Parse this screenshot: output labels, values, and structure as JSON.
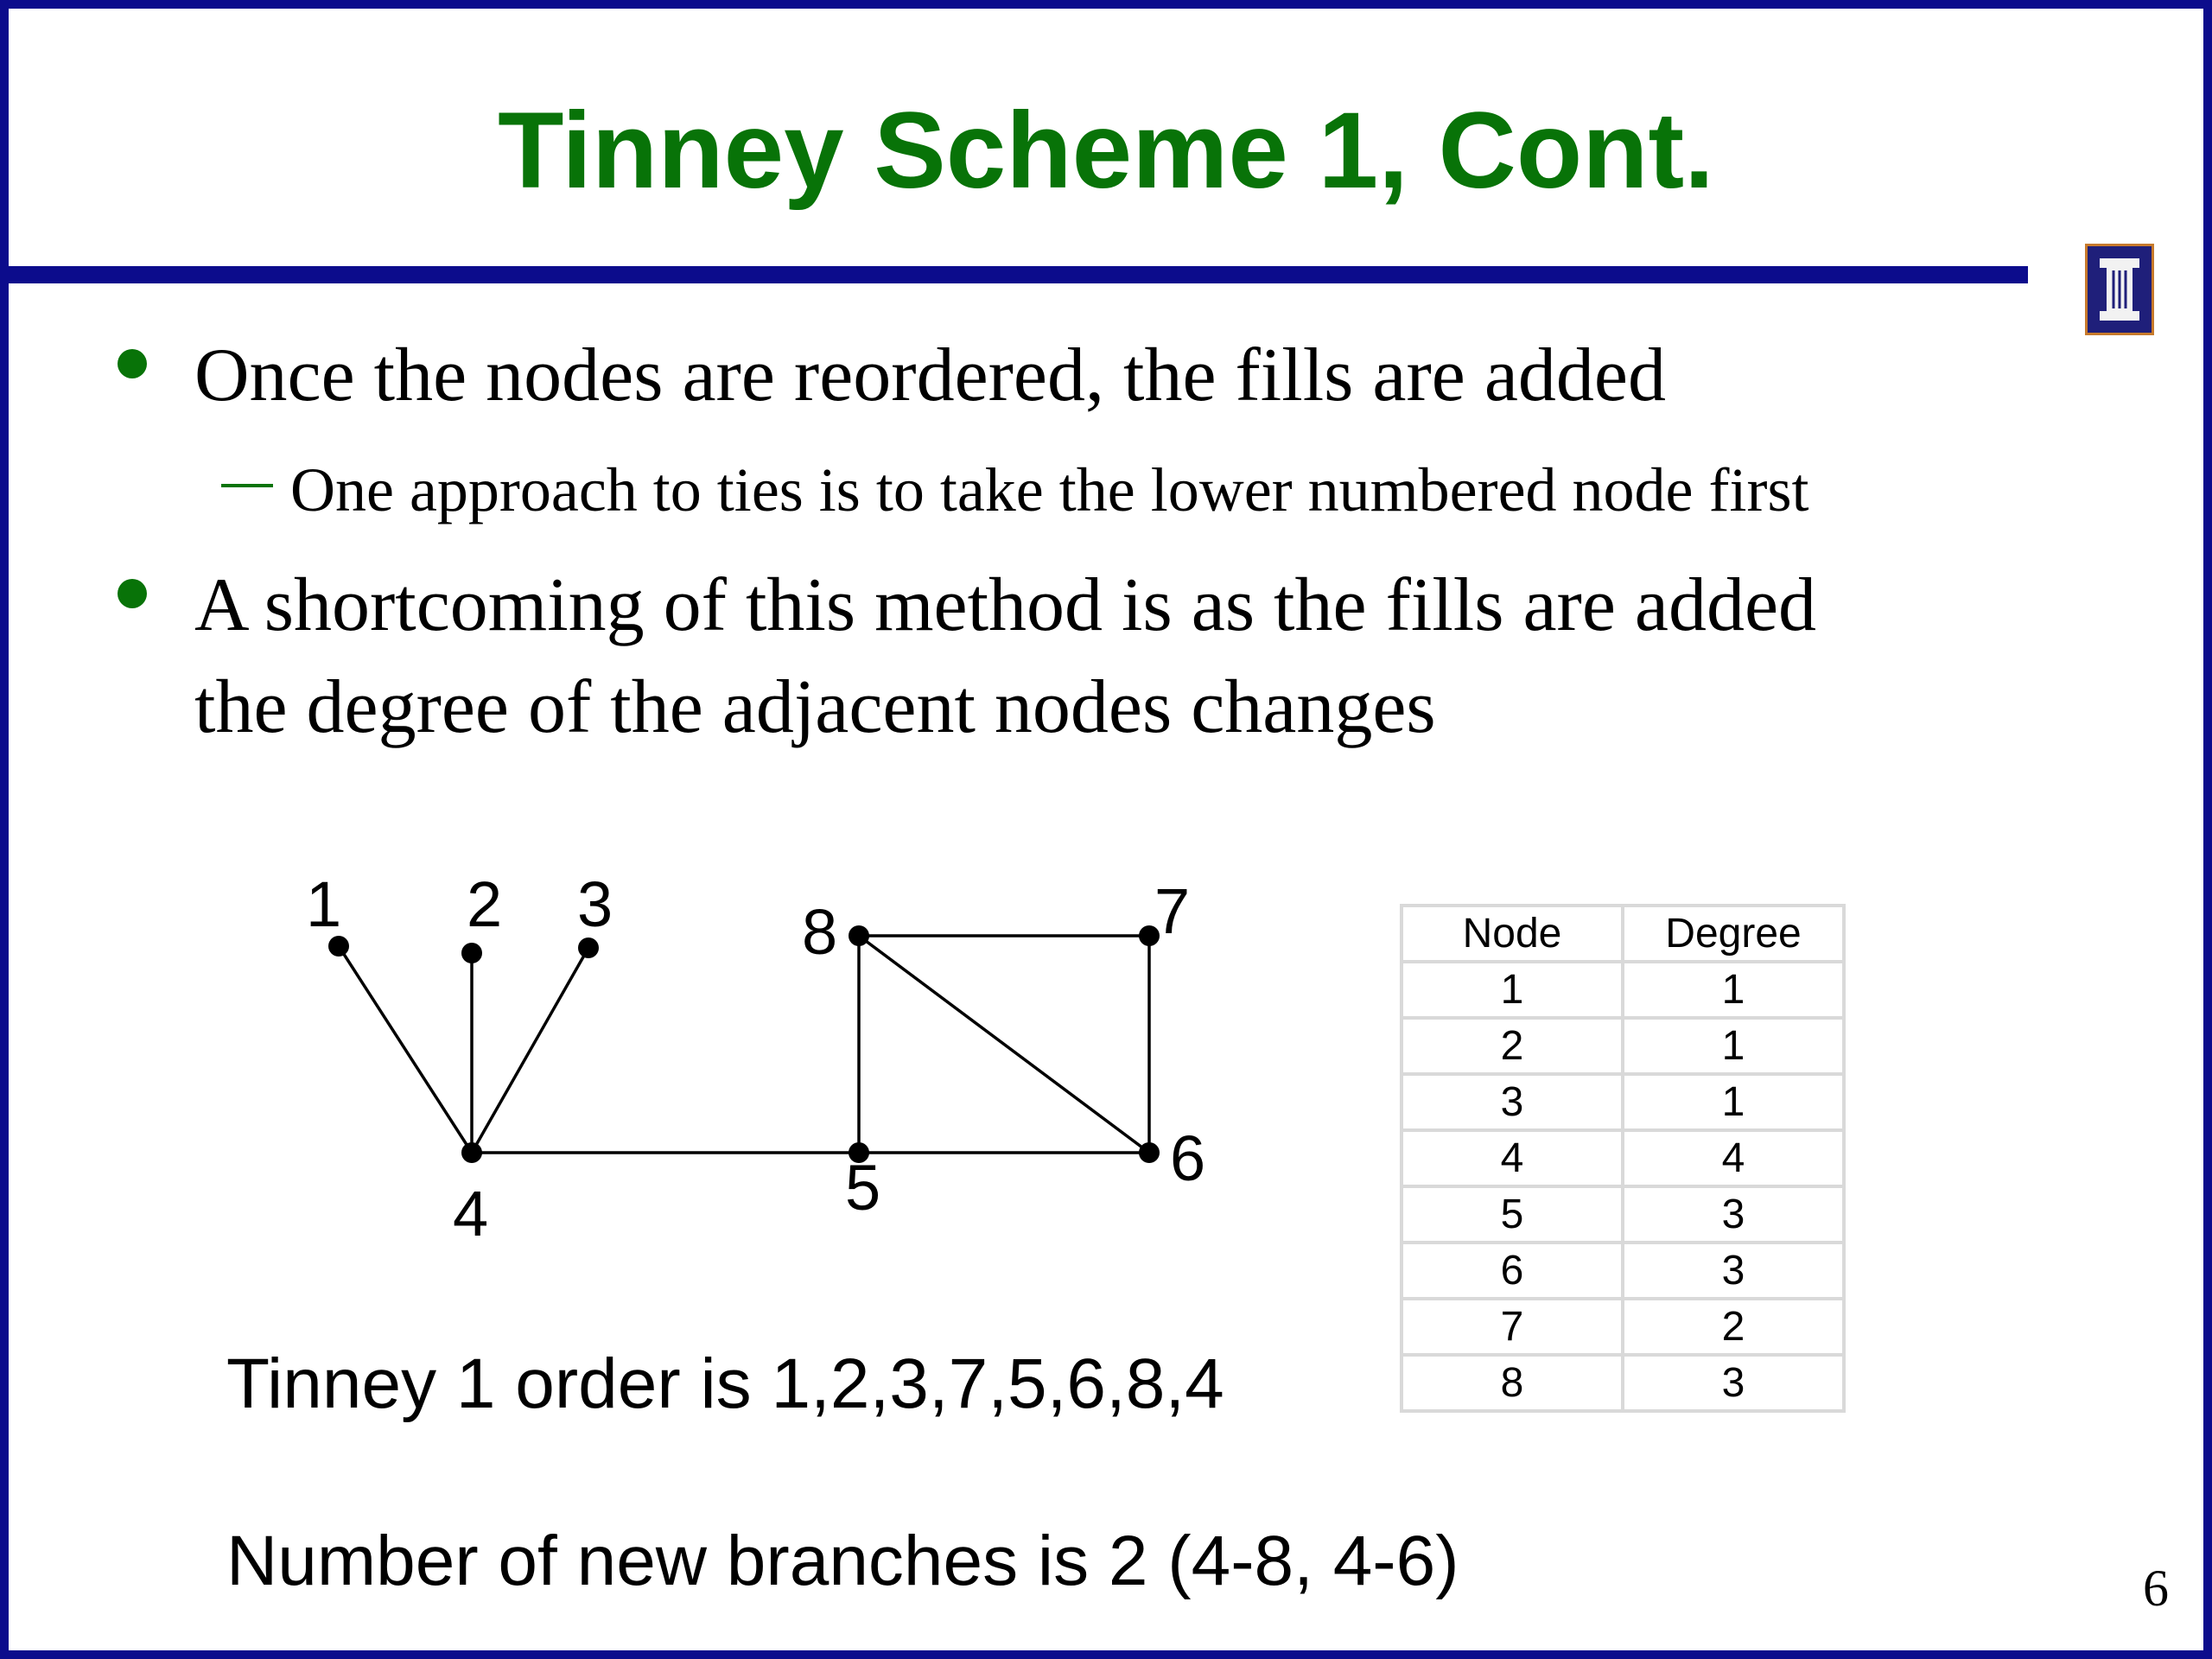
{
  "slide": {
    "title": "Tinney Scheme 1, Cont.",
    "page_number": "6"
  },
  "bullets": [
    {
      "text": "Once the nodes are reordered, the fills are added",
      "sub": "One approach to ties is to take the lower numbered node first"
    },
    {
      "line1": "A shortcoming of this method is as the fills are added",
      "line2": "the degree of the adjacent nodes changes"
    }
  ],
  "graph": {
    "nodes": [
      "1",
      "2",
      "3",
      "4",
      "5",
      "6",
      "7",
      "8"
    ],
    "edges": [
      [
        "1",
        "4"
      ],
      [
        "2",
        "4"
      ],
      [
        "3",
        "4"
      ],
      [
        "4",
        "5"
      ],
      [
        "5",
        "6"
      ],
      [
        "5",
        "8"
      ],
      [
        "6",
        "7"
      ],
      [
        "6",
        "8"
      ],
      [
        "7",
        "8"
      ]
    ]
  },
  "degree_table": {
    "headers": [
      "Node",
      "Degree"
    ],
    "rows": [
      [
        "1",
        "1"
      ],
      [
        "2",
        "1"
      ],
      [
        "3",
        "1"
      ],
      [
        "4",
        "4"
      ],
      [
        "5",
        "3"
      ],
      [
        "6",
        "3"
      ],
      [
        "7",
        "2"
      ],
      [
        "8",
        "3"
      ]
    ]
  },
  "notes": {
    "order": "Tinney 1 order is 1,2,3,7,5,6,8,4",
    "branches": "Number of new branches is 2 (4-8, 4-6)"
  },
  "colors": {
    "title": "#087308",
    "frame": "#0c0c8c",
    "bullet": "#087308"
  },
  "icons": {
    "logo": "university-column-logo-icon"
  }
}
